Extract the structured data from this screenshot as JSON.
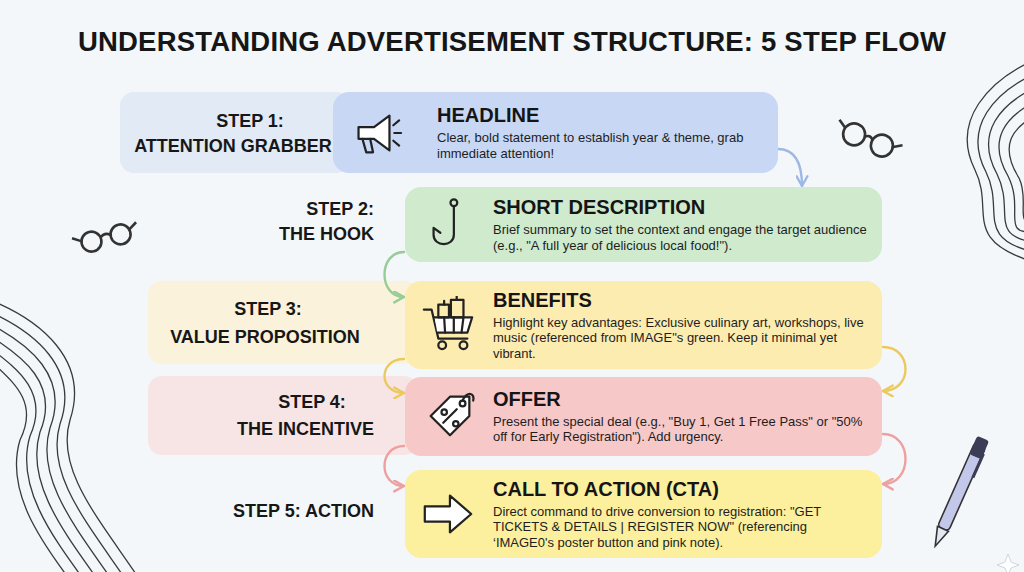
{
  "diagram": {
    "title": "UNDERSTANDING ADVERTISEMENT STRUCTURE: 5 STEP FLOW",
    "nodes": [
      {
        "text": [
          "HEADLINE",
          "Clear, bold statement to establish year & theme, grab immediate attention!"
        ]
      },
      {
        "text": [
          "SHORT DESCRIPTION",
          "Brief summary to set the context and engage the target audience (e.g., \"A full year of delicious local food!\")."
        ]
      },
      {
        "text": [
          "BENEFITS",
          "Highlight key advantages: Exclusive culinary art, workshops, live music (referenced from IMAGE\"s green. Keep it minimal yet vibrant."
        ]
      },
      {
        "text": [
          "OFFER",
          "Present the special deal (e.g., \"Buy 1, Get 1 Free Pass\" or \"50% off for Early Registration\"). Add urgency."
        ]
      },
      {
        "text": [
          "CALL TO ACTION (CTA)",
          "Direct command to drive conversion to registration: \"GET TICKETS & DETAILS | REGISTER NOW\" (referencing ‘IMAGE0's poster button and pink note)."
        ]
      }
    ],
    "edges": [
      {
        "from": 0,
        "to": 1,
        "arrow": "to"
      },
      {
        "from": 1,
        "to": 2,
        "arrow": "to"
      },
      {
        "from": 2,
        "to": 3,
        "arrow": "to"
      },
      {
        "from": 2,
        "to": 3,
        "arrow": "to"
      },
      {
        "from": 3,
        "to": 4,
        "arrow": "to"
      },
      {
        "from": 3,
        "to": 4,
        "arrow": "to"
      }
    ],
    "labels": [
      "STEP 1:",
      "ATTENTION GRABBER",
      "STEP 2:",
      "THE HOOK",
      "STEP 3:",
      "VALUE PROPOSITION",
      "STEP 4:",
      "THE INCENTIVE",
      "STEP 5: ACTION"
    ]
  }
}
